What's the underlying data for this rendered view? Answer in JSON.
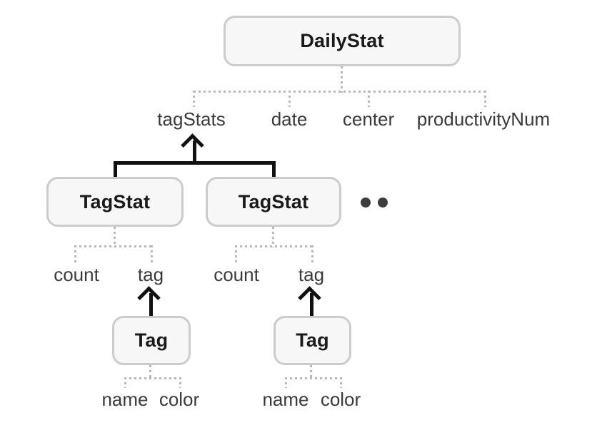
{
  "diagram": {
    "root": {
      "label": "DailyStat",
      "fields": [
        "tagStats",
        "date",
        "center",
        "productivityNum"
      ]
    },
    "tag_stats": [
      {
        "label": "TagStat",
        "fields": [
          "count",
          "tag"
        ],
        "tag": {
          "label": "Tag",
          "fields": [
            "name",
            "color"
          ]
        }
      },
      {
        "label": "TagStat",
        "fields": [
          "count",
          "tag"
        ],
        "tag": {
          "label": "Tag",
          "fields": [
            "name",
            "color"
          ]
        }
      }
    ],
    "more_indicator_dot_count": 2
  },
  "colors": {
    "background": "#ffffff",
    "node_fill": "#f7f7f7",
    "node_border": "#cccccc",
    "node_text": "#1a1a1a",
    "field_label_text": "#3a3a3a",
    "dotted_connector": "#b8b8b8",
    "solid_connector": "#111111",
    "ellipsis_dot": "#3d3d3d"
  }
}
